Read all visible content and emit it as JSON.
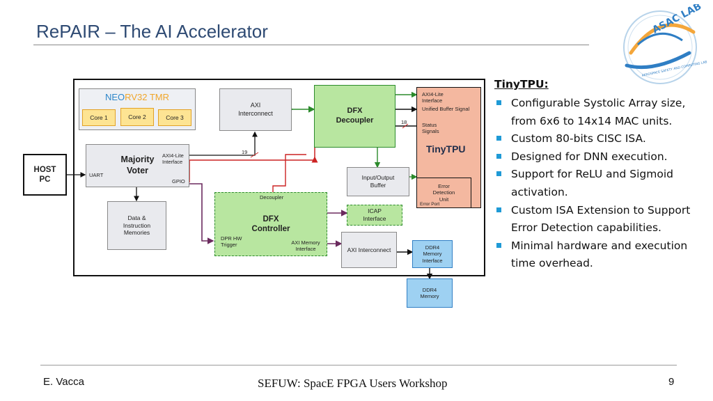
{
  "slide": {
    "title": "RePAIR – The AI Accelerator",
    "page_number": "9"
  },
  "footer": {
    "author": "E. Vacca",
    "event": "SEFUW: SpacE FPGA Users Workshop"
  },
  "logo": {
    "name": "ASAC LAB",
    "ring_text": "AEROSPACE SAFETY AND COMPUTING LAB"
  },
  "diagram": {
    "host_pc": "HOST PC",
    "neorv32_prefix": "NEO",
    "neorv32_suffix": "RV32 TMR",
    "cores": [
      "Core 1",
      "Core 2",
      "Core 3"
    ],
    "majority_voter": "Majority Voter",
    "axi4_lite_interface": "AXI4-Lite Interface",
    "uart": "UART",
    "gpio": "GPIO",
    "axi_interconnect_top": "AXI Interconnect",
    "dfx_decoupler": "DFX Decoupler",
    "data_memories": "Data & Instruction Memories",
    "dfx_controller": "DFX Controller",
    "decoupler_label": "Decoupler",
    "dpr_hw_trigger": "DPR HW Trigger",
    "axi_memory_interface": "AXI Memory Interface",
    "icap_interface": "ICAP Interface",
    "io_buffer": "Input/Output Buffer",
    "axi_interconnect_bottom": "AXI Interconnect",
    "ddr4_memory_interface": "DDR4 Memory Interface",
    "ddr4_memory": "DDR4 Memory",
    "tinytpu": "TinyTPU",
    "tpu_axi4_lite": "AXI4-Lite Interface",
    "tpu_unified_buffer": "Unified Buffer Signal",
    "tpu_status_signals": "Status Signals",
    "error_detection_unit": "Error Detection Unit",
    "error_port": "Error Port",
    "bus_width_19": "19",
    "bus_width_18": "18",
    "colors": {
      "grey_block": "#e9eaee",
      "green_block": "#b8e6a0",
      "tpu_block": "#f4b8a0",
      "blue_block": "#9ed1f2",
      "neo_blue": "#2d86c9",
      "neo_orange": "#f0a62a",
      "core_fill": "#fde493",
      "core_border": "#e2a126",
      "link_green": "#2b8a2b",
      "link_red": "#cc2222",
      "link_purple": "#6b2a5e"
    }
  },
  "bullets": {
    "title": "TinyTPU:",
    "items": [
      "Configurable Systolic Array size, from 6x6 to 14x14 MAC units.",
      "Custom 80-bits CISC ISA.",
      "Designed for DNN execution.",
      "Support for ReLU and Sigmoid activation.",
      "Custom ISA Extension to Support Error Detection capabilities.",
      "Minimal hardware and execution time overhead."
    ]
  }
}
